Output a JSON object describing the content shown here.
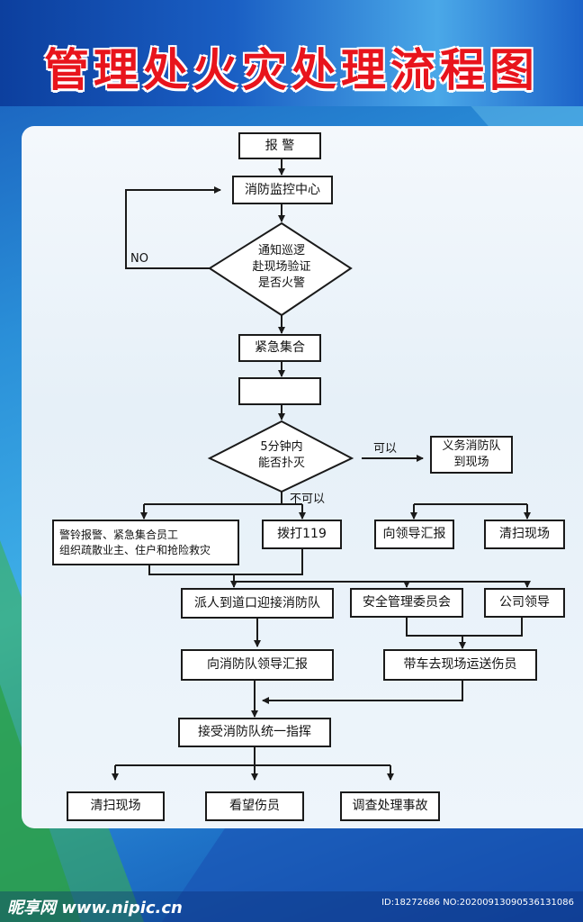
{
  "header": {
    "title": "管理处火灾处理流程图"
  },
  "flow": {
    "report": "报 警",
    "monitor_center": "消防监控中心",
    "verify_decision": "通知巡逻\n赴现场验证\n是否火警",
    "no_label": "NO",
    "assemble": "紧急集合",
    "blank_step": "",
    "extinguish_decision": "5分钟内\n能否扑灭",
    "can_label": "可以",
    "cannot_label": "不可以",
    "volunteer_team": "义务消防队\n到现场",
    "alarm_evacuate": "警铃报警、紧急集合员工\n组织疏散业主、住户和抢险救灾",
    "call_119": "拨打119",
    "report_leader": "向领导汇报",
    "clean_site_1": "清扫现场",
    "guide_fire_brigade": "派人到道口迎接消防队",
    "safety_committee": "安全管理委员会",
    "company_leader": "公司领导",
    "report_brigade_leader": "向消防队领导汇报",
    "transport_injured": "带车去现场运送伤员",
    "accept_command": "接受消防队统一指挥",
    "clean_site_2": "清扫现场",
    "visit_injured": "看望伤员",
    "investigate": "调查处理事故"
  },
  "footer": {
    "logo": "昵享网 www.nipic.cn",
    "id_text": "ID:18272686 NO:20200913090536131086"
  }
}
